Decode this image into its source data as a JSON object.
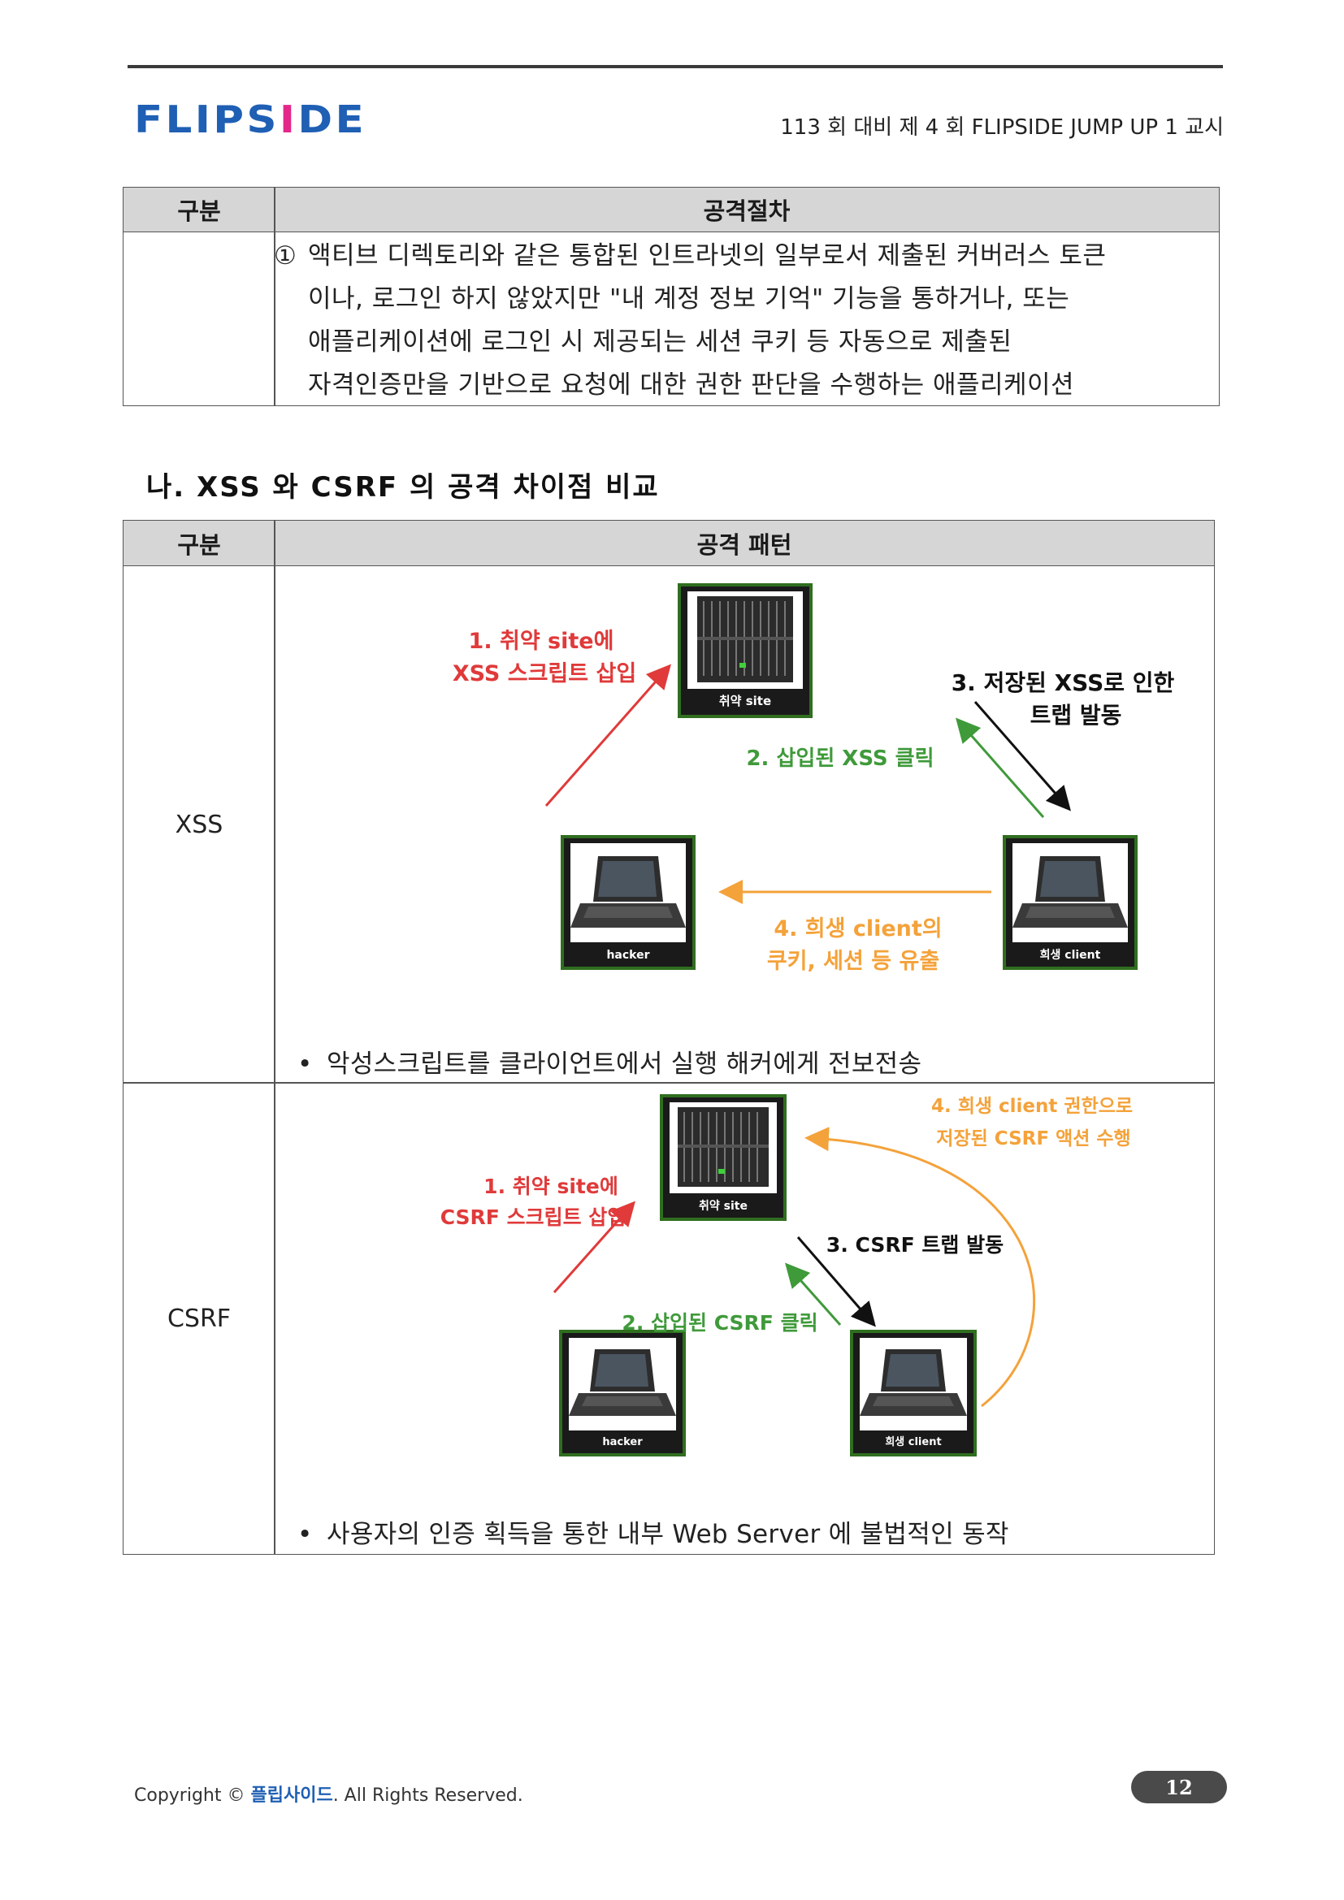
{
  "header": {
    "logo_prefix": "FLIPS",
    "logo_accent": "I",
    "logo_suffix": "DE",
    "doc_title": "113 회 대비 제 4 회 FLIPSIDE JUMP UP 1 교시"
  },
  "table1": {
    "col1_header": "구분",
    "col2_header": "공격절차",
    "item_marker": "①",
    "lines": [
      "액티브 디렉토리와 같은 통합된 인트라넷의 일부로서 제출된 커버러스 토큰",
      "이나, 로그인 하지 않았지만 \"내 계정 정보 기억\" 기능을 통하거나, 또는",
      "애플리케이션에 로그인 시 제공되는 세션 쿠키 등 자동으로 제출된",
      "자격인증만을 기반으로 요청에 대한 권한 판단을 수행하는 애플리케이션"
    ]
  },
  "section": {
    "heading": "나. XSS 와 CSRF 의 공격 차이점 비교"
  },
  "table2": {
    "col1_header": "구분",
    "col2_header": "공격 패턴",
    "rows": [
      {
        "label": "XSS",
        "bullet": "악성스크립트를 클라이언트에서 실행 해커에게 전보전송",
        "diagram": {
          "site_label": "취약 site",
          "hacker_label": "hacker",
          "client_label": "희생 client",
          "step1_line1": "1. 취약 site에",
          "step1_line2": "XSS 스크립트 삽입",
          "step2": "2. 삽입된 XSS 클릭",
          "step3_line1": "3. 저장된 XSS로 인한",
          "step3_line2": "트랩 발동",
          "step4_line1": "4. 희생 client의",
          "step4_line2": "쿠키, 세션 등 유출"
        }
      },
      {
        "label": "CSRF",
        "bullet": "사용자의 인증 획득을 통한 내부 Web Server 에 불법적인 동작",
        "diagram": {
          "site_label": "취약 site",
          "hacker_label": "hacker",
          "client_label": "희생 client",
          "step1_line1": "1. 취약 site에",
          "step1_line2": "CSRF 스크립트 삽입",
          "step2": "2. 삽입된 CSRF 클릭",
          "step3": "3. CSRF 트랩 발동",
          "step4_line1": "4. 희생 client 권한으로",
          "step4_line2": "저장된 CSRF 액션 수행"
        }
      }
    ]
  },
  "footer": {
    "copyright_prefix": "Copyright © ",
    "brand": "플립사이드",
    "copyright_suffix": ". All Rights Reserved.",
    "page_number": "12"
  },
  "colors": {
    "brand_blue": "#1f5fb4",
    "brand_pink": "#e4288a",
    "step1_red": "#e03a3a",
    "step2_green": "#3f9a3a",
    "step4_orange": "#f4a23a",
    "frame_green": "#2f6e1f",
    "header_gray": "#d6d6d6"
  },
  "icons": [
    "server-rack-icon",
    "laptop-icon",
    "arrow-icon"
  ]
}
